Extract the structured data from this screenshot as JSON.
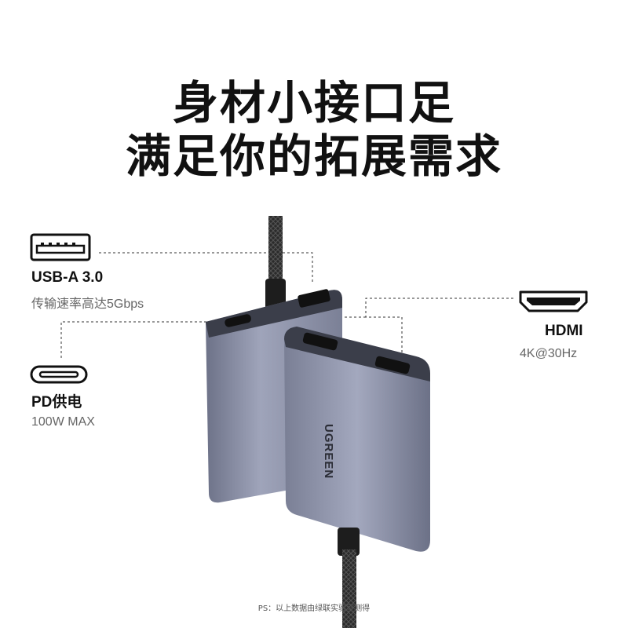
{
  "headline": {
    "line1": "身材小接口足",
    "line2": "满足你的拓展需求"
  },
  "ports": {
    "usb_a": {
      "icon": "usb-a-port-icon",
      "title": "USB-A 3.0",
      "subtitle": "传输速率高达5Gbps"
    },
    "pd": {
      "icon": "usb-c-port-icon",
      "title": "PD供电",
      "subtitle": "100W MAX"
    },
    "hdmi": {
      "icon": "hdmi-port-icon",
      "title": "HDMI",
      "subtitle": "4K@30Hz"
    }
  },
  "product": {
    "brand_mark": "UGREEN"
  },
  "footnote": "PS：以上数据由绿联实验室测得",
  "colors": {
    "body": "#8a8fa6",
    "body_dark": "#5f6478",
    "cable": "#2a2a2a",
    "accent_text": "#111111"
  }
}
